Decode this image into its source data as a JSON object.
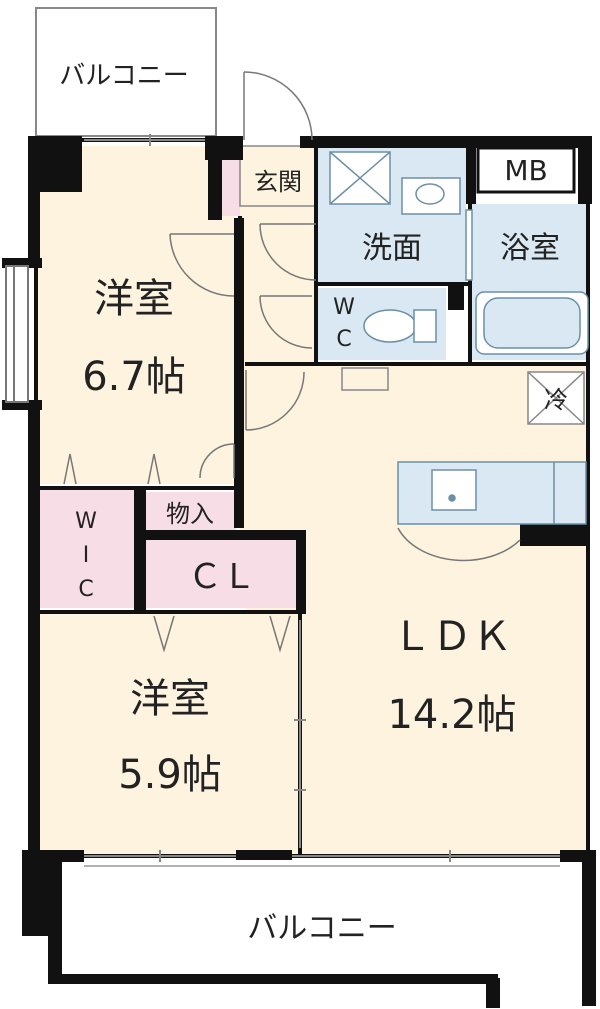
{
  "rooms": {
    "balcony_top": "バルコニー",
    "genkan": "玄関",
    "senmen": "洗面",
    "yokushitsu": "浴室",
    "mb": "MB",
    "wc": [
      "W",
      "C"
    ],
    "yoshitsu1": {
      "name": "洋室",
      "size": "6.7帖"
    },
    "rei": "冷",
    "wic": [
      "W",
      "I",
      "C"
    ],
    "monoire": "物入",
    "cl": "ＣＬ",
    "ldk": {
      "name": "ＬＤＫ",
      "size": "14.2帖"
    },
    "yoshitsu2": {
      "name": "洋室",
      "size": "5.9帖"
    },
    "balcony_bottom": "バルコニー"
  },
  "colors": {
    "wall": "#111111",
    "living_floor": "#fdf3df",
    "wet_area": "#d9e8f2",
    "storage": "#f6dde6",
    "storage_border": "#c8849c",
    "fixture_line": "#6a8fa6",
    "light_line": "#888888"
  }
}
